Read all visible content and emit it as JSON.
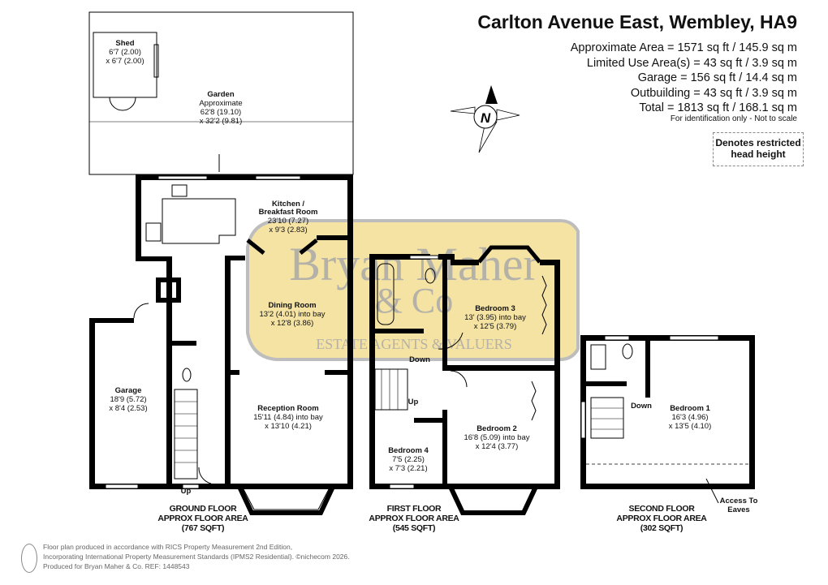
{
  "header": {
    "title": "Carlton Avenue East, Wembley, HA9",
    "areas": [
      "Approximate Area = 1571 sq ft / 145.9 sq m",
      "Limited Use Area(s) = 43 sq ft / 3.9 sq m",
      "Garage = 156 sq ft / 14.4 sq m",
      "Outbuilding = 43 sq ft / 3.9 sq m",
      "Total = 1813 sq ft / 168.1 sq m"
    ],
    "identification": "For identification only - Not to scale",
    "restricted_legend": [
      "Denotes restricted",
      "head height"
    ],
    "compass_label": "N"
  },
  "watermark": {
    "brand": "Bryan Maher & Co",
    "tagline": "ESTATE AGENTS & VALUERS",
    "color": "#f5e3a3"
  },
  "rooms": {
    "shed": {
      "name": "Shed",
      "dims": [
        "6'7 (2.00)",
        "x 6'7 (2.00)"
      ]
    },
    "garden": {
      "name": "Garden",
      "dims": [
        "Approximate",
        "62'8 (19.10)",
        "x 32'2 (9.81)"
      ]
    },
    "kitchen": {
      "name": [
        "Kitchen /",
        "Breakfast Room"
      ],
      "dims": [
        "23'10 (7.27)",
        "x 9'3 (2.83)"
      ]
    },
    "dining": {
      "name": "Dining Room",
      "dims": [
        "13'2 (4.01) into bay",
        "x 12'8 (3.86)"
      ]
    },
    "reception": {
      "name": "Reception Room",
      "dims": [
        "15'11 (4.84) into bay",
        "x 13'10 (4.21)"
      ]
    },
    "garage": {
      "name": "Garage",
      "dims": [
        "18'9 (5.72)",
        "x 8'4 (2.53)"
      ]
    },
    "bedroom3": {
      "name": "Bedroom 3",
      "dims": [
        "13' (3.95) into bay",
        "x 12'5 (3.79)"
      ]
    },
    "bedroom2": {
      "name": "Bedroom 2",
      "dims": [
        "16'8 (5.09) into bay",
        "x 12'4 (3.77)"
      ]
    },
    "bedroom4": {
      "name": "Bedroom 4",
      "dims": [
        "7'5 (2.25)",
        "x 7'3 (2.21)"
      ]
    },
    "bedroom1": {
      "name": "Bedroom 1",
      "dims": [
        "16'3 (4.96)",
        "x 13'5 (4.10)"
      ]
    }
  },
  "stairs": {
    "up": "Up",
    "down": "Down"
  },
  "floors": [
    {
      "lines": [
        "GROUND FLOOR",
        "APPROX FLOOR AREA",
        "(767 SQFT)"
      ]
    },
    {
      "lines": [
        "FIRST FLOOR",
        "APPROX FLOOR AREA",
        "(545 SQFT)"
      ]
    },
    {
      "lines": [
        "SECOND FLOOR",
        "APPROX FLOOR AREA",
        "(302 SQFT)"
      ]
    }
  ],
  "eaves_label": [
    "Access To",
    "Eaves"
  ],
  "footer": {
    "lines": [
      "Floor plan produced in accordance with RICS Property Measurement 2nd Edition,",
      "Incorporating International Property Measurement Standards (IPMS2 Residential).   ©nichecom 2026.",
      "Produced for Bryan Maher & Co.   REF: 1448543"
    ]
  }
}
